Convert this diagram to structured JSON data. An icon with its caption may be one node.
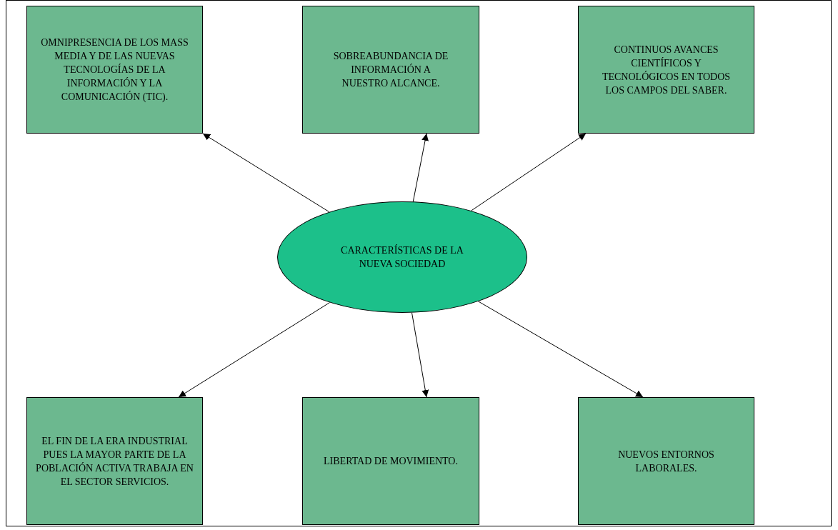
{
  "diagram": {
    "nodes": [
      {
        "text": [
          "OMNIPRESENCIA DE LOS MASS MEDIA Y DE LAS NUEVAS TECNOLOGÍAS DE LA INFORMACIÓN Y LA COMUNICACIÓN (TIC)."
        ]
      },
      {
        "text": [
          "SOBREABUNDANCIA DE INFORMACIÓN A NUESTRO ALCANCE."
        ]
      },
      {
        "text": [
          "CONTINUOS AVANCES CIENTÍFICOS Y TECNOLÓGICOS EN TODOS LOS CAMPOS DEL SABER."
        ]
      },
      {
        "text": [
          "CARACTERÍSTICAS DE LA NUEVA SOCIEDAD"
        ]
      },
      {
        "text": [
          "EL FIN DE LA ERA INDUSTRIAL PUES LA MAYOR PARTE DE LA POBLACIÓN ACTIVA TRABAJA EN EL SECTOR SERVICIOS."
        ]
      },
      {
        "text": [
          "LIBERTAD DE MOVIMIENTO."
        ]
      },
      {
        "text": [
          "NUEVOS ENTORNOS LABORALES."
        ]
      }
    ],
    "edges": [
      {
        "from": 3,
        "to": 0,
        "arrow": "to"
      },
      {
        "from": 3,
        "to": 1,
        "arrow": "to"
      },
      {
        "from": 3,
        "to": 2,
        "arrow": "to"
      },
      {
        "from": 3,
        "to": 4,
        "arrow": "to"
      },
      {
        "from": 3,
        "to": 5,
        "arrow": "to"
      },
      {
        "from": 3,
        "to": 6,
        "arrow": "to"
      }
    ]
  }
}
